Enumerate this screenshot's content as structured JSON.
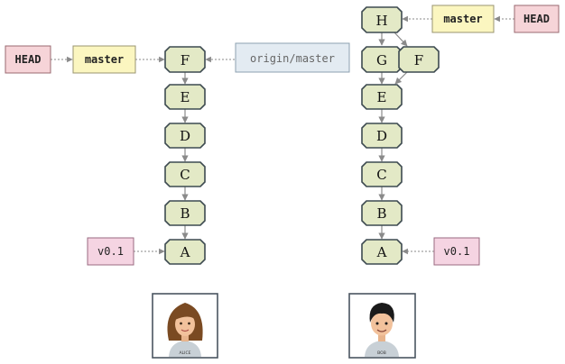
{
  "left_repo": {
    "commits": [
      "F",
      "E",
      "D",
      "C",
      "B",
      "A"
    ],
    "head_label": "HEAD",
    "branch_label": "master",
    "remote_label": "origin/master",
    "tag_label": "v0.1",
    "avatar_label": "ALICE"
  },
  "right_repo": {
    "commits": [
      "H",
      "G",
      "F",
      "E",
      "D",
      "C",
      "B",
      "A"
    ],
    "head_label": "HEAD",
    "branch_label": "master",
    "tag_label": "v0.1",
    "avatar_label": "BOB"
  },
  "colors": {
    "commit_fill": "#e3e9c6",
    "commit_stroke": "#3d4a50",
    "head_fill": "#f6d4d8",
    "head_stroke": "#9a6a70",
    "branch_fill": "#fbf6c0",
    "branch_stroke": "#9a9470",
    "remote_fill": "#e3ebf2",
    "remote_stroke": "#8ea0b0",
    "tag_fill": "#f5d4e2",
    "tag_stroke": "#9a6a80",
    "arrow": "#8a8a8a"
  }
}
